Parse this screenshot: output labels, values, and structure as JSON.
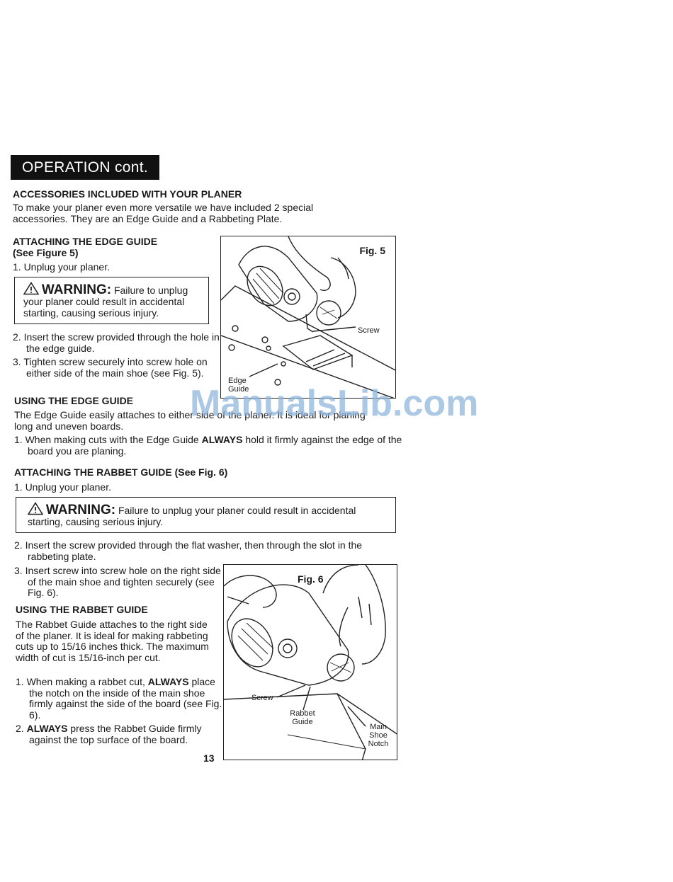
{
  "banner": "OPERATION cont.",
  "accessories": {
    "heading": "ACCESSORIES INCLUDED WITH YOUR PLANER",
    "body": "To make your planer even more versatile we have included 2 special accessories. They are an Edge Guide and a Rabbeting Plate."
  },
  "edge_attach": {
    "heading1": "ATTACHING THE EDGE GUIDE",
    "heading2": "(See Figure 5)",
    "step1": "1. Unplug your planer.",
    "warning_title": "WARNING:",
    "warning_text1": "Failure to unplug",
    "warning_text2": "your planer could result in accidental starting, causing serious injury.",
    "step2": "2. Insert the screw provided through the hole in the edge guide.",
    "step3": "3. Tighten screw securely into screw hole on either side of the main shoe (see Fig. 5)."
  },
  "edge_use": {
    "heading": "USING THE EDGE GUIDE",
    "body": "The Edge Guide easily attaches to either side of the planer. It is ideal for planing long and uneven boards.",
    "step1_a": "1. When making cuts with the Edge Guide ",
    "step1_b": "ALWAYS",
    "step1_c": " hold it firmly against the edge of the board you are planing."
  },
  "rabbet_attach": {
    "heading": "ATTACHING THE RABBET GUIDE (See Fig. 6)",
    "step1": "1. Unplug your planer.",
    "warning_title": "WARNING:",
    "warning_text": "Failure to unplug your planer could result in accidental starting, causing serious injury.",
    "step2": "2. Insert the screw provided through the flat washer, then through the slot in the rabbeting plate.",
    "step3": "3. Insert screw into screw hole on the right side of the main shoe and tighten securely (see Fig. 6)."
  },
  "rabbet_use": {
    "heading": "USING THE RABBET GUIDE",
    "body": "The Rabbet Guide attaches to the right side of the planer. It is ideal for making rabbeting cuts up to 15/16 inches thick. The maximum width of cut is 15/16-inch per cut.",
    "step1_a": "1. When making a rabbet cut, ",
    "step1_b": "ALWAYS",
    "step1_c": " place the notch on the inside of the main shoe firmly against the side of the board (see Fig. 6).",
    "step2_a": "2. ",
    "step2_b": "ALWAYS",
    "step2_c": " press the Rabbet Guide firmly against the top surface of the board."
  },
  "fig5": {
    "label": "Fig. 5",
    "screw": "Screw",
    "edge_guide": "Edge Guide"
  },
  "fig6": {
    "label": "Fig. 6",
    "screw": "Screw",
    "rabbet_guide": "Rabbet Guide",
    "notch": "Main Shoe Notch"
  },
  "page_number": "13",
  "watermark": "ManualsLib.com",
  "icons": {
    "warning": "warning-triangle-icon"
  }
}
